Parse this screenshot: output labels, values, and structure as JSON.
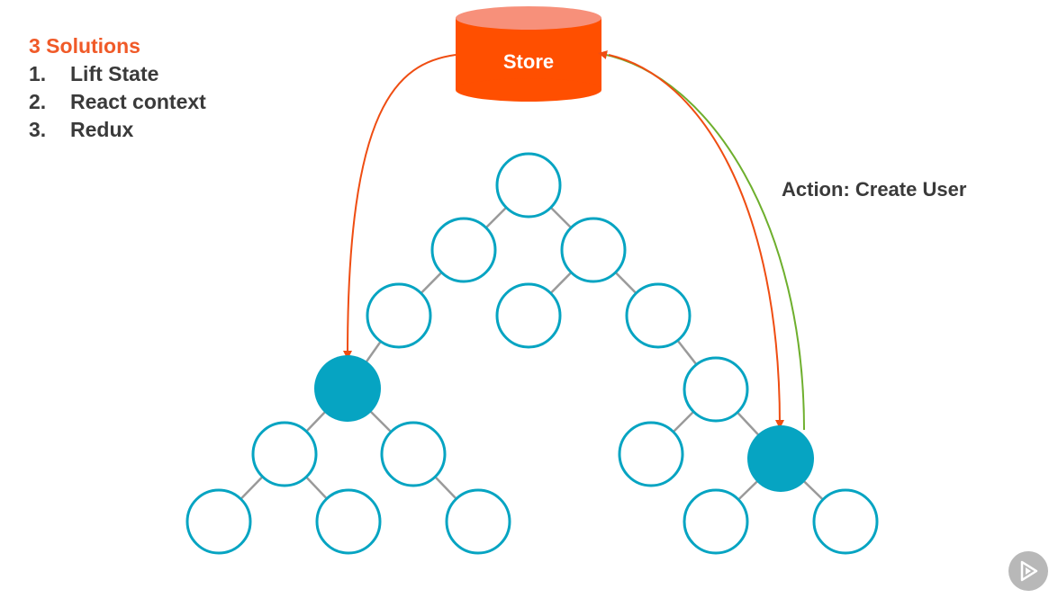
{
  "solutions": {
    "title": "3 Solutions",
    "items": [
      {
        "number": "1.",
        "label": "Lift State"
      },
      {
        "number": "2.",
        "label": "React context"
      },
      {
        "number": "3.",
        "label": "Redux"
      }
    ]
  },
  "store": {
    "label": "Store",
    "color": "#ff4f00",
    "top_color": "#f7907a"
  },
  "action": {
    "label": "Action: Create User"
  },
  "colors": {
    "accent_orange": "#f05a28",
    "node_stroke": "#06a4c2",
    "node_fill_active": "#06a4c2",
    "edge": "#9a9a9a",
    "arrow_orange": "#ef4d12",
    "arrow_green": "#6eaf2d"
  },
  "tree": {
    "nodes": [
      {
        "id": "root",
        "active": false
      },
      {
        "id": "l",
        "active": false
      },
      {
        "id": "r",
        "active": false
      },
      {
        "id": "ll",
        "active": false
      },
      {
        "id": "rl",
        "active": false
      },
      {
        "id": "rr",
        "active": false
      },
      {
        "id": "a",
        "active": true
      },
      {
        "id": "rrr",
        "active": false
      },
      {
        "id": "al",
        "active": false
      },
      {
        "id": "ar",
        "active": false
      },
      {
        "id": "b_l",
        "active": false
      },
      {
        "id": "b",
        "active": true
      },
      {
        "id": "all",
        "active": false
      },
      {
        "id": "alr",
        "active": false
      },
      {
        "id": "arr",
        "active": false
      },
      {
        "id": "bl",
        "active": false
      },
      {
        "id": "br",
        "active": false
      }
    ],
    "edges": [
      [
        "root",
        "l"
      ],
      [
        "root",
        "r"
      ],
      [
        "l",
        "ll"
      ],
      [
        "r",
        "rl"
      ],
      [
        "r",
        "rr"
      ],
      [
        "ll",
        "a"
      ],
      [
        "rr",
        "rrr"
      ],
      [
        "a",
        "al"
      ],
      [
        "a",
        "ar"
      ],
      [
        "rrr",
        "b_l"
      ],
      [
        "rrr",
        "b"
      ],
      [
        "al",
        "all"
      ],
      [
        "al",
        "alr"
      ],
      [
        "ar",
        "arr"
      ],
      [
        "b",
        "bl"
      ],
      [
        "b",
        "br"
      ]
    ]
  },
  "footer": {
    "badge_icon": "play-logo-icon"
  }
}
